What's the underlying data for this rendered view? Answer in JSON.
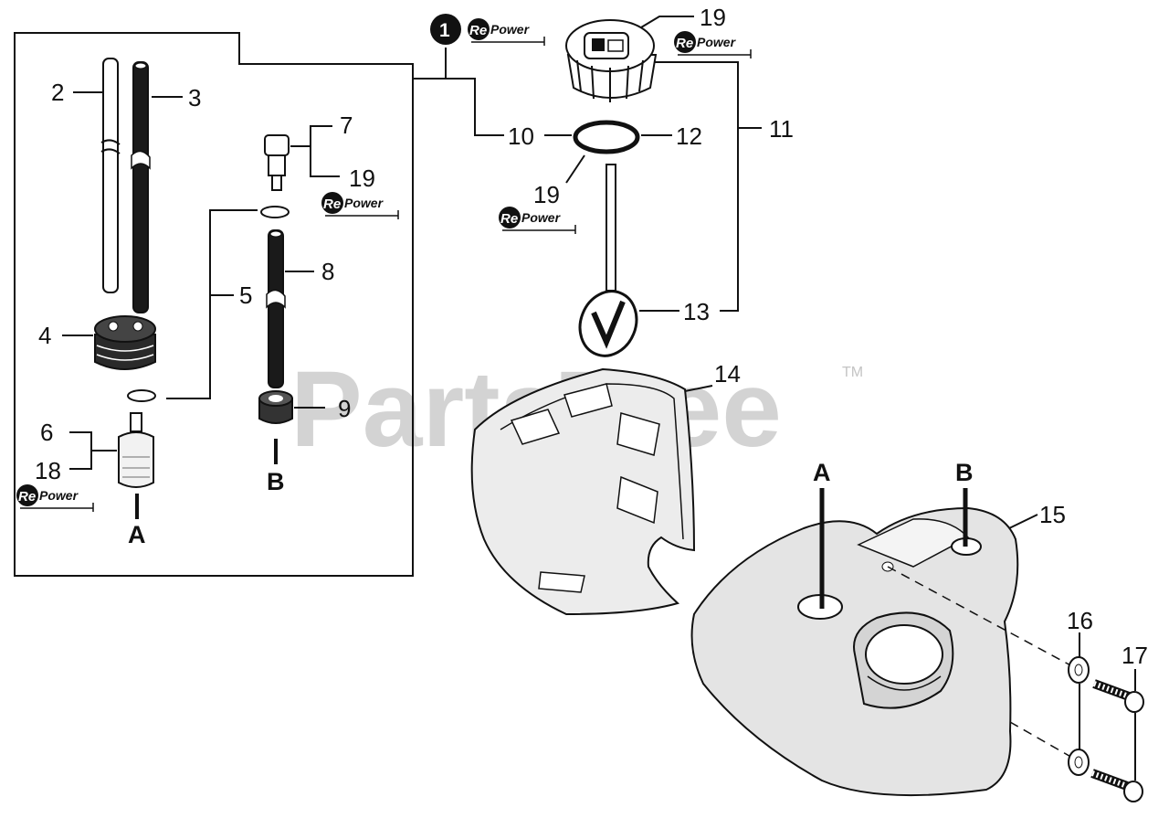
{
  "watermark": {
    "text": "PartsTree",
    "tm": "TM"
  },
  "badge": {
    "re": "Re",
    "power": "Power"
  },
  "labels": {
    "n1": "1",
    "n2": "2",
    "n3": "3",
    "n4": "4",
    "n5": "5",
    "n6": "6",
    "n7": "7",
    "n8": "8",
    "n9": "9",
    "n10": "10",
    "n11": "11",
    "n12": "12",
    "n13": "13",
    "n14": "14",
    "n15": "15",
    "n16": "16",
    "n17": "17",
    "n18": "18",
    "n19a": "19",
    "n19b": "19",
    "n19c": "19",
    "A1": "A",
    "B1": "B",
    "A2": "A",
    "B2": "B"
  },
  "colors": {
    "line": "#111111",
    "tank": "#e6e6e6",
    "part": "#ffffff",
    "watermark": "#d3d3d3"
  }
}
